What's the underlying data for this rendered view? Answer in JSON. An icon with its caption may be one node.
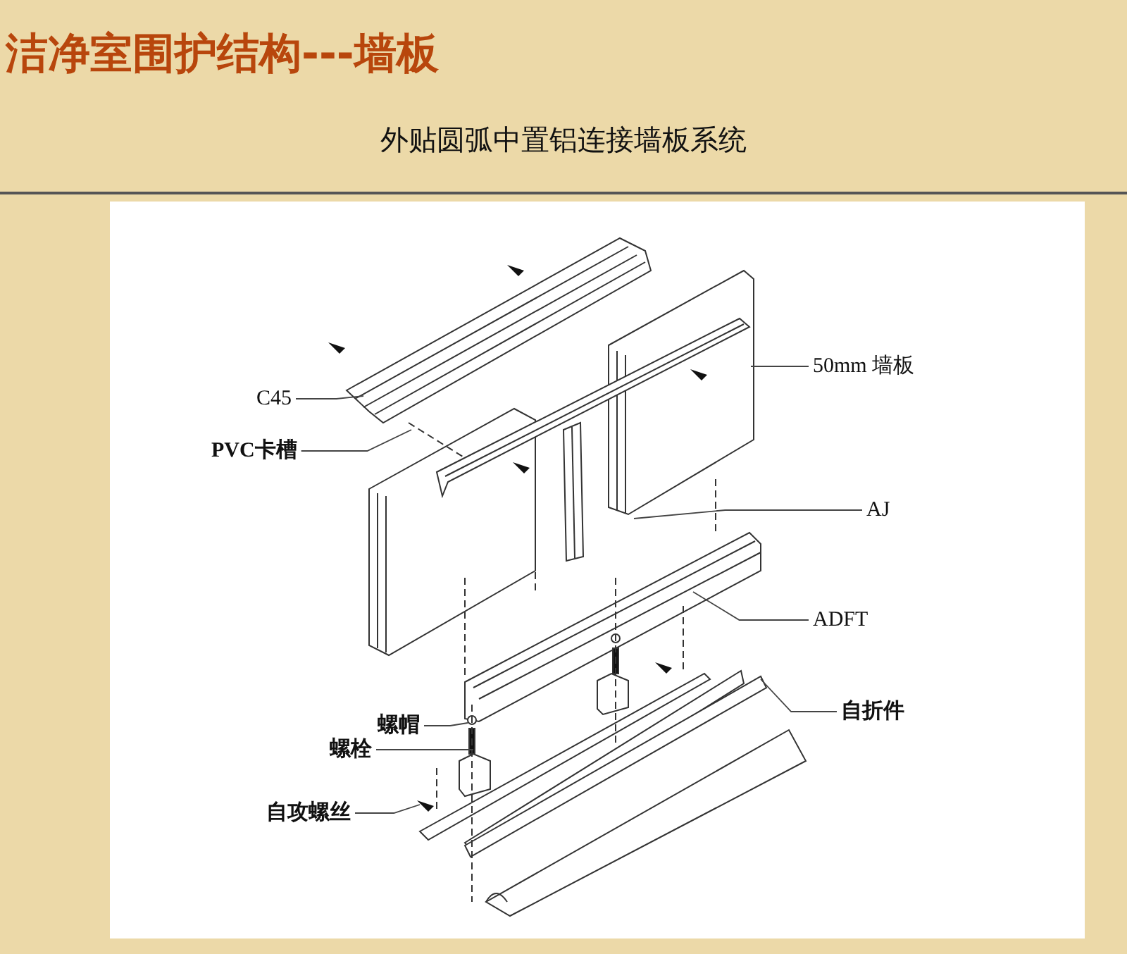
{
  "diagram": {
    "title": "洁净室围护结构---墙板",
    "caption": "外贴圆弧中置铝连接墙板系统",
    "nodes": [
      {
        "text": [
          "C45"
        ]
      },
      {
        "text": [
          "PVC卡槽"
        ]
      },
      {
        "text": [
          "50mm 墙板"
        ]
      },
      {
        "text": [
          "AJ"
        ]
      },
      {
        "text": [
          "ADFT"
        ]
      },
      {
        "text": [
          "自折件"
        ]
      },
      {
        "text": [
          "螺帽"
        ]
      },
      {
        "text": [
          "螺栓"
        ]
      },
      {
        "text": [
          "自攻螺丝"
        ]
      }
    ],
    "edges": [
      {
        "from": 0,
        "to": null,
        "arrow": "none"
      },
      {
        "from": 1,
        "to": null,
        "arrow": "none"
      },
      {
        "from": 2,
        "to": null,
        "arrow": "none"
      },
      {
        "from": 3,
        "to": null,
        "arrow": "none"
      },
      {
        "from": 4,
        "to": null,
        "arrow": "none"
      },
      {
        "from": 5,
        "to": null,
        "arrow": "none"
      },
      {
        "from": 6,
        "to": null,
        "arrow": "none"
      },
      {
        "from": 7,
        "to": null,
        "arrow": "none"
      },
      {
        "from": 8,
        "to": null,
        "arrow": "none"
      }
    ]
  }
}
